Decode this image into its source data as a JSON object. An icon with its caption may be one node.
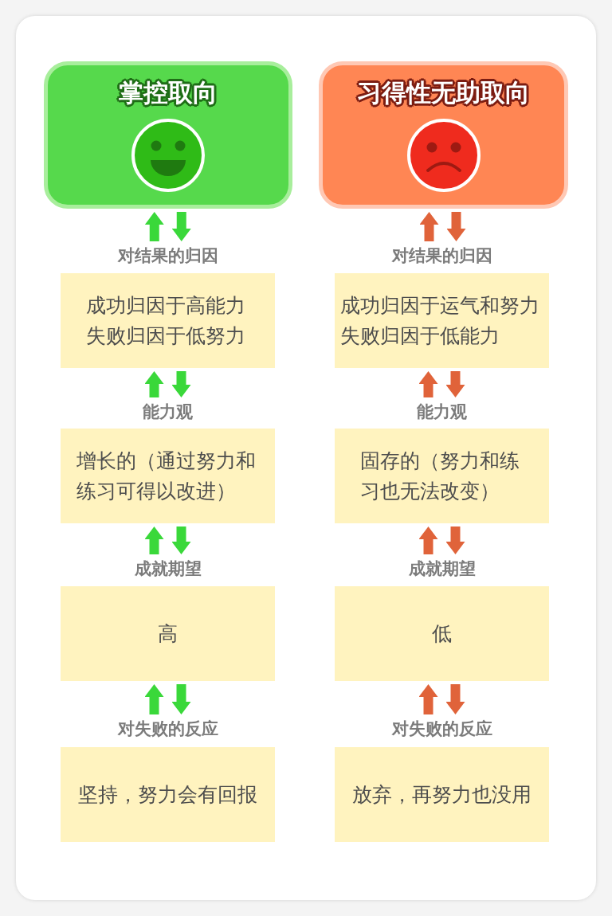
{
  "diagram": {
    "nodes": [
      {
        "text": [
          "掌控取向"
        ]
      },
      {
        "text": [
          "习得性无助取向"
        ]
      },
      {
        "text": [
          "对结果的归因",
          "成功归因于高能力失败归因于低努力"
        ]
      },
      {
        "text": [
          "对结果的归因",
          "成功归因于运气和努力失败归因于低能力"
        ]
      },
      {
        "text": [
          "能力观",
          "增长的（通过努力和练习可得以改进）"
        ]
      },
      {
        "text": [
          "能力观",
          "固存的（努力和练习也无法改变）"
        ]
      },
      {
        "text": [
          "成就期望",
          "高"
        ]
      },
      {
        "text": [
          "成就期望",
          "低"
        ]
      },
      {
        "text": [
          "对失败的反应",
          "坚持，努力会有回报"
        ]
      },
      {
        "text": [
          "对失败的反应",
          "放弃，再努力也没用"
        ]
      }
    ],
    "edges": [
      {
        "from": 2,
        "to": 0,
        "arrow": "to",
        "color": "#3ad83a"
      },
      {
        "from": 0,
        "to": 2,
        "arrow": "to",
        "color": "#3ad83a"
      },
      {
        "from": 3,
        "to": 1,
        "arrow": "to",
        "color": "#e0633a"
      },
      {
        "from": 1,
        "to": 3,
        "arrow": "to",
        "color": "#e0633a"
      },
      {
        "from": 4,
        "to": 2,
        "arrow": "to",
        "color": "#3ad83a"
      },
      {
        "from": 2,
        "to": 4,
        "arrow": "to",
        "color": "#3ad83a"
      },
      {
        "from": 5,
        "to": 3,
        "arrow": "to",
        "color": "#e0633a"
      },
      {
        "from": 3,
        "to": 5,
        "arrow": "to",
        "color": "#e0633a"
      },
      {
        "from": 6,
        "to": 4,
        "arrow": "to",
        "color": "#3ad83a"
      },
      {
        "from": 4,
        "to": 6,
        "arrow": "to",
        "color": "#3ad83a"
      },
      {
        "from": 7,
        "to": 5,
        "arrow": "to",
        "color": "#e0633a"
      },
      {
        "from": 5,
        "to": 7,
        "arrow": "to",
        "color": "#e0633a"
      },
      {
        "from": 8,
        "to": 6,
        "arrow": "to",
        "color": "#3ad83a"
      },
      {
        "from": 6,
        "to": 8,
        "arrow": "to",
        "color": "#3ad83a"
      },
      {
        "from": 9,
        "to": 7,
        "arrow": "to",
        "color": "#e0633a"
      },
      {
        "from": 7,
        "to": 9,
        "arrow": "to",
        "color": "#e0633a"
      }
    ]
  }
}
